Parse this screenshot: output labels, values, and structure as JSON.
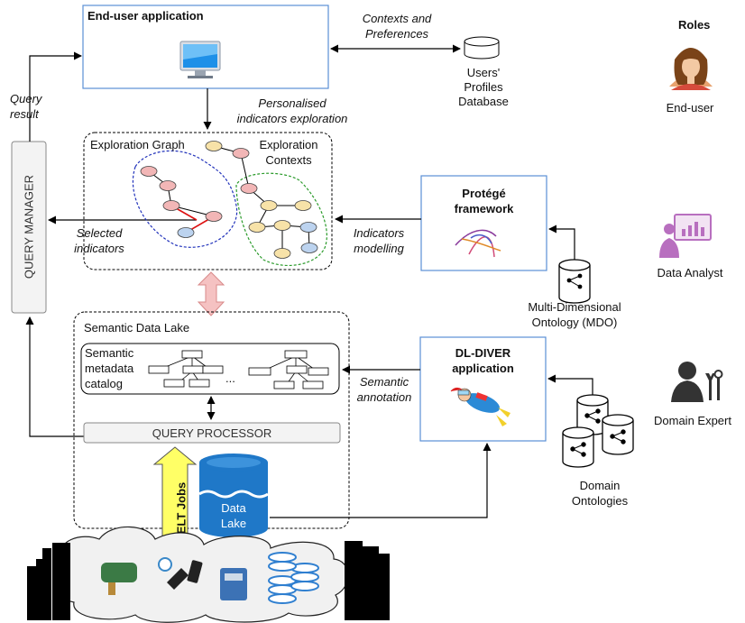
{
  "end_user_app": {
    "title": "End-user application"
  },
  "contexts_prefs": {
    "line1": "Contexts and",
    "line2": "Preferences"
  },
  "users_db": {
    "line1": "Users'",
    "line2": "Profiles",
    "line3": "Database"
  },
  "personalised": {
    "line1": "Personalised",
    "line2": "indicators exploration"
  },
  "query_result": {
    "line1": "Query",
    "line2": "result"
  },
  "query_manager": {
    "label": "QUERY MANAGER"
  },
  "exploration": {
    "graph_label": "Exploration Graph",
    "contexts_line1": "Exploration",
    "contexts_line2": "Contexts"
  },
  "selected_indicators": {
    "line1": "Selected",
    "line2": "indicators"
  },
  "indicators_modelling": {
    "line1": "Indicators",
    "line2": "modelling"
  },
  "protege": {
    "line1": "Protégé",
    "line2": "framework"
  },
  "mdo": {
    "line1": "Multi-Dimensional",
    "line2": "Ontology (MDO)"
  },
  "sdl": {
    "title": "Semantic Data Lake",
    "catalog_line1": "Semantic",
    "catalog_line2": "metadata",
    "catalog_line3": "catalog",
    "ellipsis": "...",
    "query_processor": "QUERY PROCESSOR",
    "elt_jobs": "ELT Jobs",
    "lake_line1": "Data",
    "lake_line2": "Lake"
  },
  "semantic_annotation": {
    "line1": "Semantic",
    "line2": "annotation"
  },
  "dldiver": {
    "line1": "DL-DIVER",
    "line2": "application"
  },
  "domain_ontologies": {
    "line1": "Domain",
    "line2": "Ontologies"
  },
  "roles": {
    "title": "Roles",
    "end_user": "End-user",
    "data_analyst": "Data Analyst",
    "domain_expert": "Domain Expert"
  },
  "colors": {
    "box_border": "#5b8fd6",
    "graph_pink": "#f2b6b6",
    "graph_yellow": "#f7e2a8",
    "graph_blue": "#bcd3ef",
    "lake_blue": "#1f78c8",
    "elt_yellow": "#ffff66"
  }
}
